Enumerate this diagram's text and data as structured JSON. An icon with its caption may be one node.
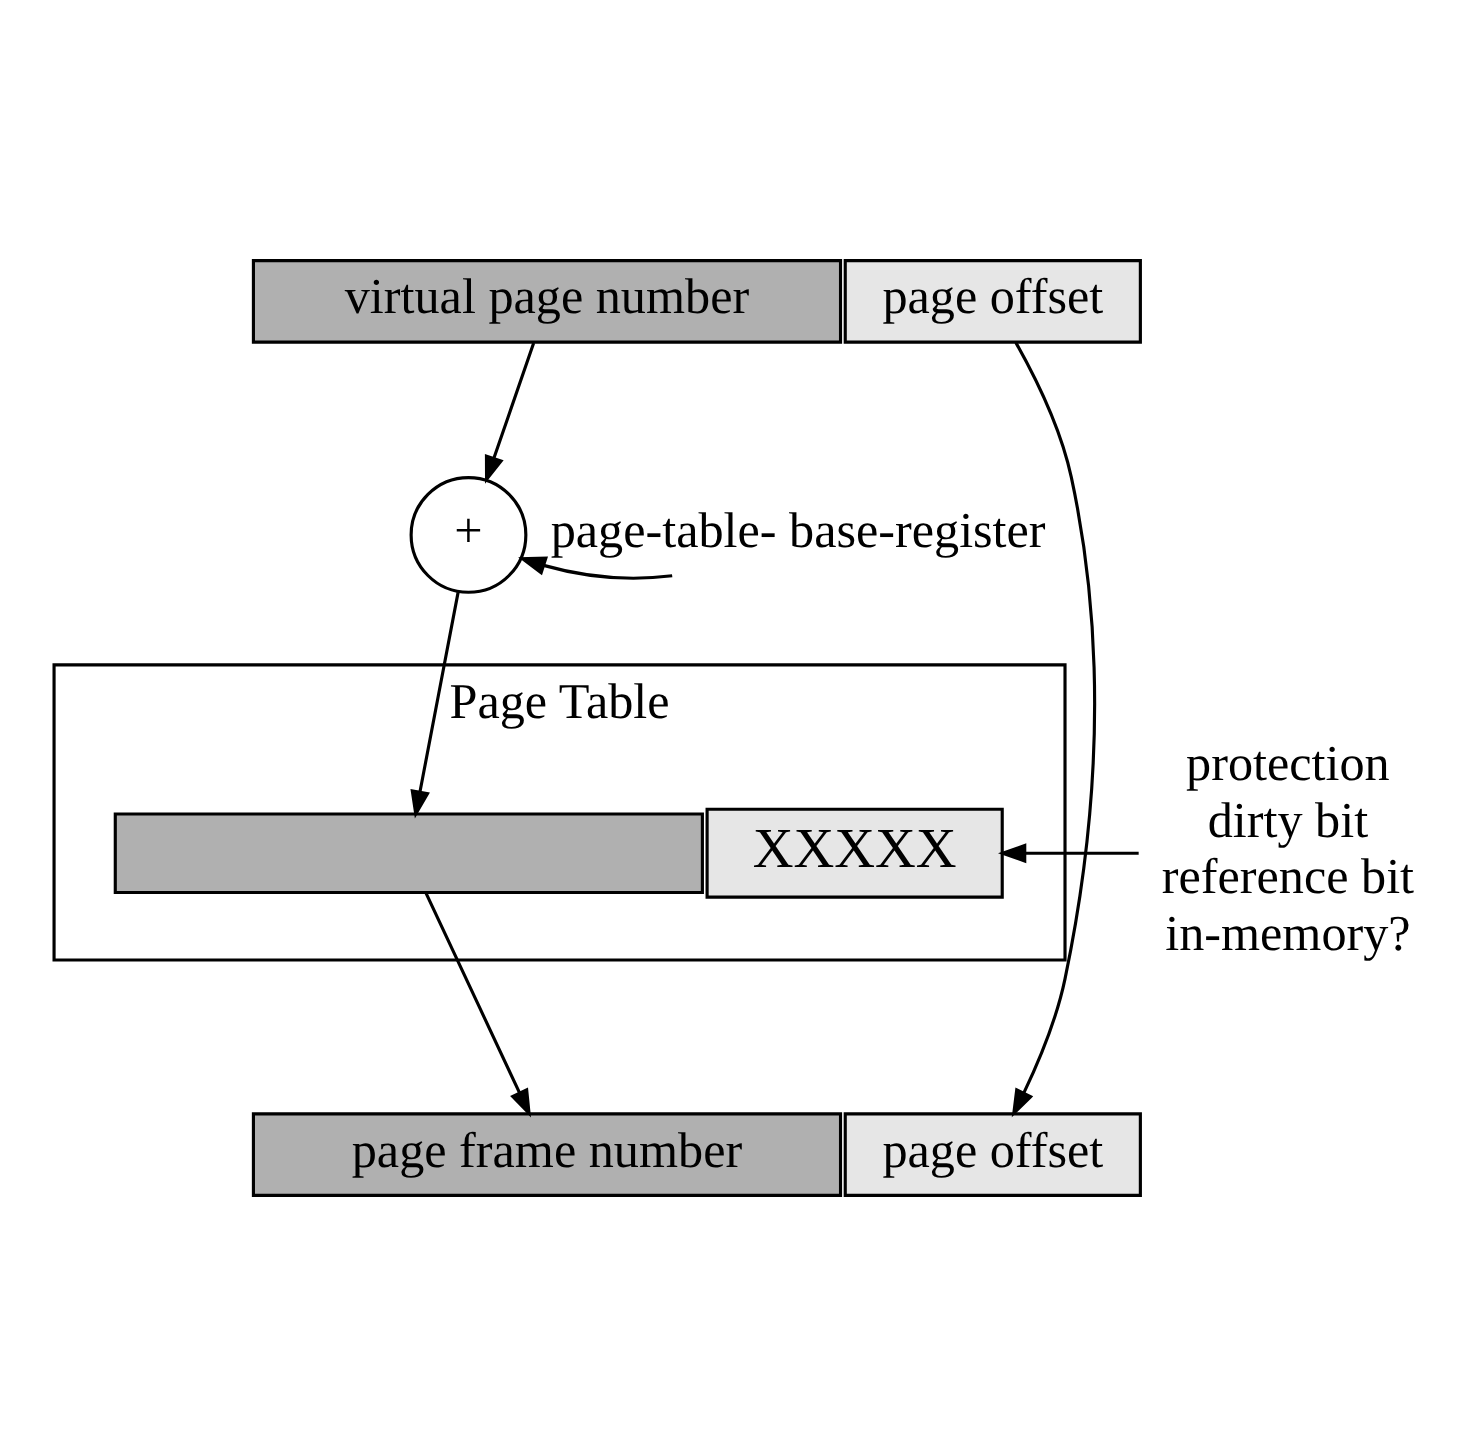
{
  "diagram": {
    "nodes": [
      {
        "text": [
          "virtual page number"
        ]
      },
      {
        "text": [
          "page offset"
        ]
      },
      {
        "text": [
          "page-table- base-register"
        ]
      },
      {
        "text": [
          "+"
        ]
      },
      {
        "text": [
          "Page Table"
        ]
      },
      {
        "text": [],
        "shape": "bar",
        "in": 4
      },
      {
        "text": [
          "XXXXX"
        ],
        "in": 4
      },
      {
        "text": [
          "protection",
          "dirty bit",
          "reference bit",
          "in-memory?"
        ]
      },
      {
        "text": [
          "page frame number"
        ]
      },
      {
        "text": [
          "page offset"
        ]
      }
    ],
    "edges": [
      {
        "from": 0,
        "to": 3,
        "arrow": "to"
      },
      {
        "from": 2,
        "to": 3,
        "arrow": "to"
      },
      {
        "from": 3,
        "to": 5,
        "arrow": "to"
      },
      {
        "from": 7,
        "to": 6,
        "arrow": "to"
      },
      {
        "from": 5,
        "to": 8,
        "arrow": "to"
      },
      {
        "from": 1,
        "to": 9,
        "arrow": "to"
      }
    ]
  }
}
